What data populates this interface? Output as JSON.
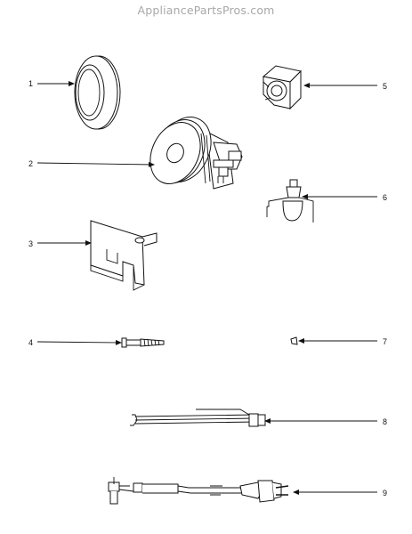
{
  "watermark": "AppliancePartsPros.com",
  "callouts": [
    "1",
    "2",
    "3",
    "4",
    "5",
    "6",
    "7",
    "8",
    "9"
  ]
}
